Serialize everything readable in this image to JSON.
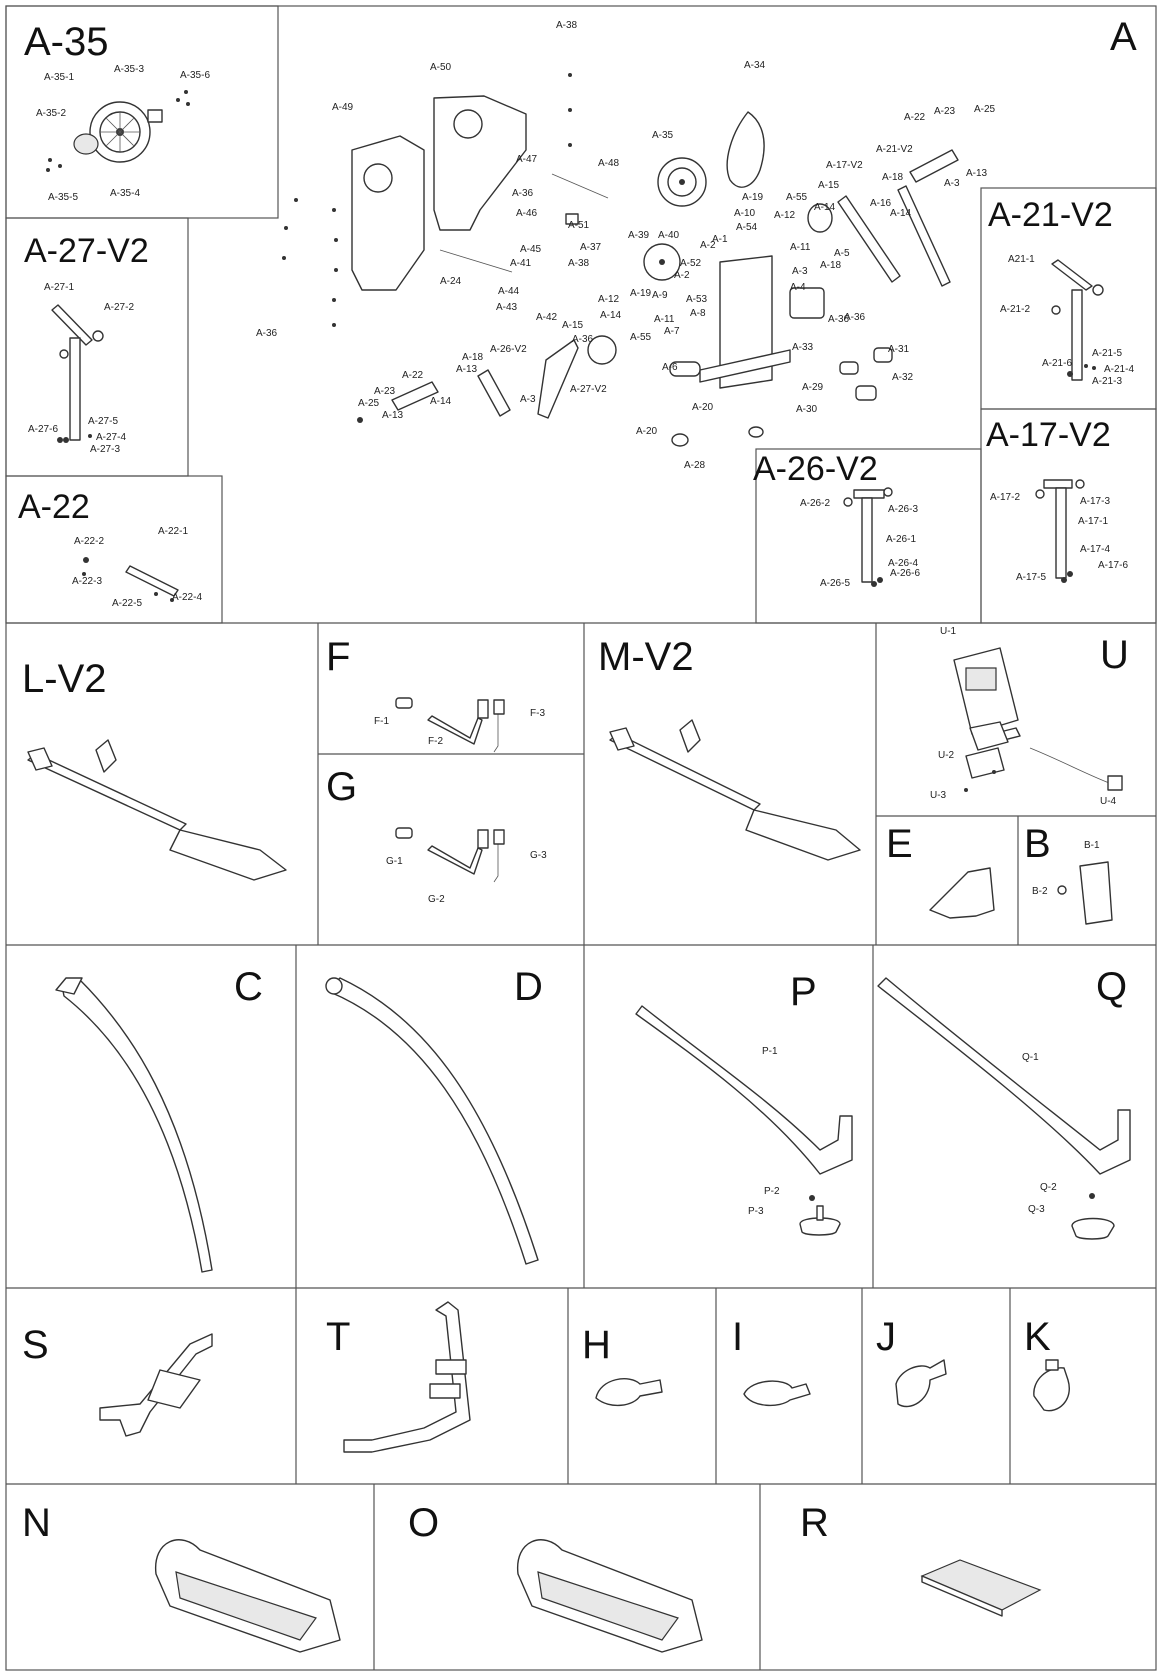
{
  "sections": {
    "A": "A",
    "A35": "A-35",
    "A27": "A-27-V2",
    "A22": "A-22",
    "A21": "A-21-V2",
    "A17": "A-17-V2",
    "A26": "A-26-V2",
    "L": "L-V2",
    "F": "F",
    "G": "G",
    "M": "M-V2",
    "U": "U",
    "E": "E",
    "B": "B",
    "C": "C",
    "D": "D",
    "P": "P",
    "Q": "Q",
    "S": "S",
    "T": "T",
    "H": "H",
    "I": "I",
    "J": "J",
    "K": "K",
    "N": "N",
    "O": "O",
    "R": "R"
  },
  "labels": {
    "a35": [
      "A-35-1",
      "A-35-3",
      "A-35-6",
      "A-35-2",
      "A-35-5",
      "A-35-4"
    ],
    "a27": [
      "A-27-1",
      "A-27-2",
      "A-27-5",
      "A-27-6",
      "A-27-4",
      "A-27-3"
    ],
    "a22": [
      "A-22-2",
      "A-22-1",
      "A-22-3",
      "A-22-5",
      "A-22-4"
    ],
    "a21": [
      "A21-1",
      "A-21-2",
      "A-21-5",
      "A-21-6",
      "A-21-4",
      "A-21-3"
    ],
    "a17": [
      "A-17-2",
      "A-17-3",
      "A-17-1",
      "A-17-4",
      "A-17-5",
      "A-17-6"
    ],
    "a26": [
      "A-26-2",
      "A-26-3",
      "A-26-1",
      "A-26-4",
      "A-26-5",
      "A-26-6"
    ],
    "main": [
      "A-38",
      "A-34",
      "A-50",
      "A-49",
      "A-35",
      "A-22",
      "A-23",
      "A-25",
      "A-21-V2",
      "A-13",
      "A-47",
      "A-48",
      "A-36",
      "A-46",
      "A-51",
      "A-39",
      "A-40",
      "A-37",
      "A-38",
      "A-45",
      "A-41",
      "A-24",
      "A-44",
      "A-43",
      "A-42",
      "A-15",
      "A-36",
      "A-2",
      "A-52",
      "A-1",
      "A-54",
      "A-19",
      "A-10",
      "A-12",
      "A-55",
      "A-17-V2",
      "A-15",
      "A-14",
      "A-16",
      "A-18",
      "A-14",
      "A-3",
      "A-11",
      "A-5",
      "A-18",
      "A-3",
      "A-4",
      "A-36",
      "A-2",
      "A-53",
      "A-8",
      "A-9",
      "A-12",
      "A-14",
      "A-19",
      "A-11",
      "A-55",
      "A-7",
      "A-6",
      "A-36",
      "A-27-V2",
      "A-26-V2",
      "A-18",
      "A-13",
      "A-22",
      "A-23",
      "A-25",
      "A-14",
      "A-13",
      "A-3",
      "A-33",
      "A-31",
      "A-29",
      "A-32",
      "A-30",
      "A-20",
      "A-20",
      "A-28",
      "A-36"
    ],
    "f": [
      "F-1",
      "F-3",
      "F-2"
    ],
    "g": [
      "G-1",
      "G-3",
      "G-2"
    ],
    "u": [
      "U-1",
      "U-2",
      "U-3",
      "U-4"
    ],
    "b": [
      "B-1",
      "B-2"
    ],
    "p": [
      "P-1",
      "P-2",
      "P-3"
    ],
    "q": [
      "Q-1",
      "Q-2",
      "Q-3"
    ]
  },
  "colors": {
    "line": "#333333",
    "fill": "#ffffff",
    "border": "#555555"
  }
}
